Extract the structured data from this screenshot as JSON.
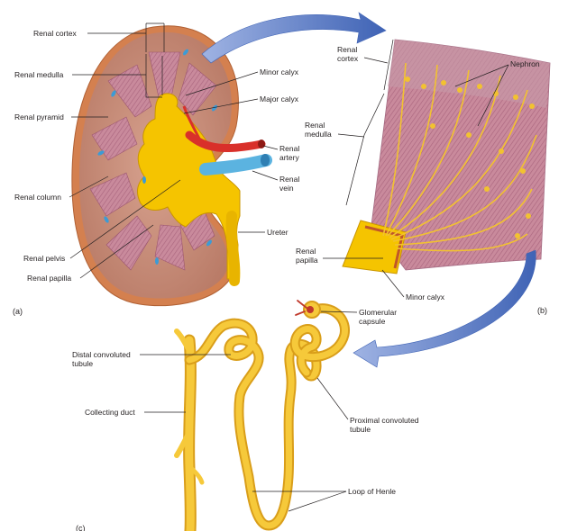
{
  "panel_a": {
    "panel_label": "(a)",
    "labels": {
      "renal_cortex": "Renal cortex",
      "renal_medulla": "Renal medulla",
      "renal_pyramid": "Renal pyramid",
      "renal_column": "Renal column",
      "renal_pelvis": "Renal pelvis",
      "renal_papilla": "Renal papilla",
      "minor_calyx": "Minor calyx",
      "major_calyx": "Major calyx",
      "renal_artery_1": "Renal",
      "renal_artery_2": "artery",
      "renal_vein_1": "Renal",
      "renal_vein_2": "vein",
      "ureter": "Ureter"
    }
  },
  "panel_b": {
    "panel_label": "(b)",
    "labels": {
      "renal_cortex_1": "Renal",
      "renal_cortex_2": "cortex",
      "renal_medulla_1": "Renal",
      "renal_medulla_2": "medulla",
      "nephron": "Nephron",
      "renal_papilla_1": "Renal",
      "renal_papilla_2": "papilla",
      "minor_calyx": "Minor calyx"
    }
  },
  "panel_c": {
    "panel_label": "(c)",
    "labels": {
      "glomerular_capsule_1": "Glomerular",
      "glomerular_capsule_2": "capsule",
      "distal_tubule_1": "Distal convoluted",
      "distal_tubule_2": "tubule",
      "collecting_duct": "Collecting duct",
      "proximal_tubule_1": "Proximal convoluted",
      "proximal_tubule_2": "tubule",
      "loop_of_henle": "Loop of Henle"
    }
  },
  "colors": {
    "cortex": "#c98f7c",
    "capsule": "#d4804f",
    "pyramid": "#b85a7a",
    "pelvis": "#f5c400",
    "artery": "#d9302a",
    "vein": "#5bb3e0",
    "tubule": "#f2c230",
    "arrow": "#5a7bc4"
  }
}
